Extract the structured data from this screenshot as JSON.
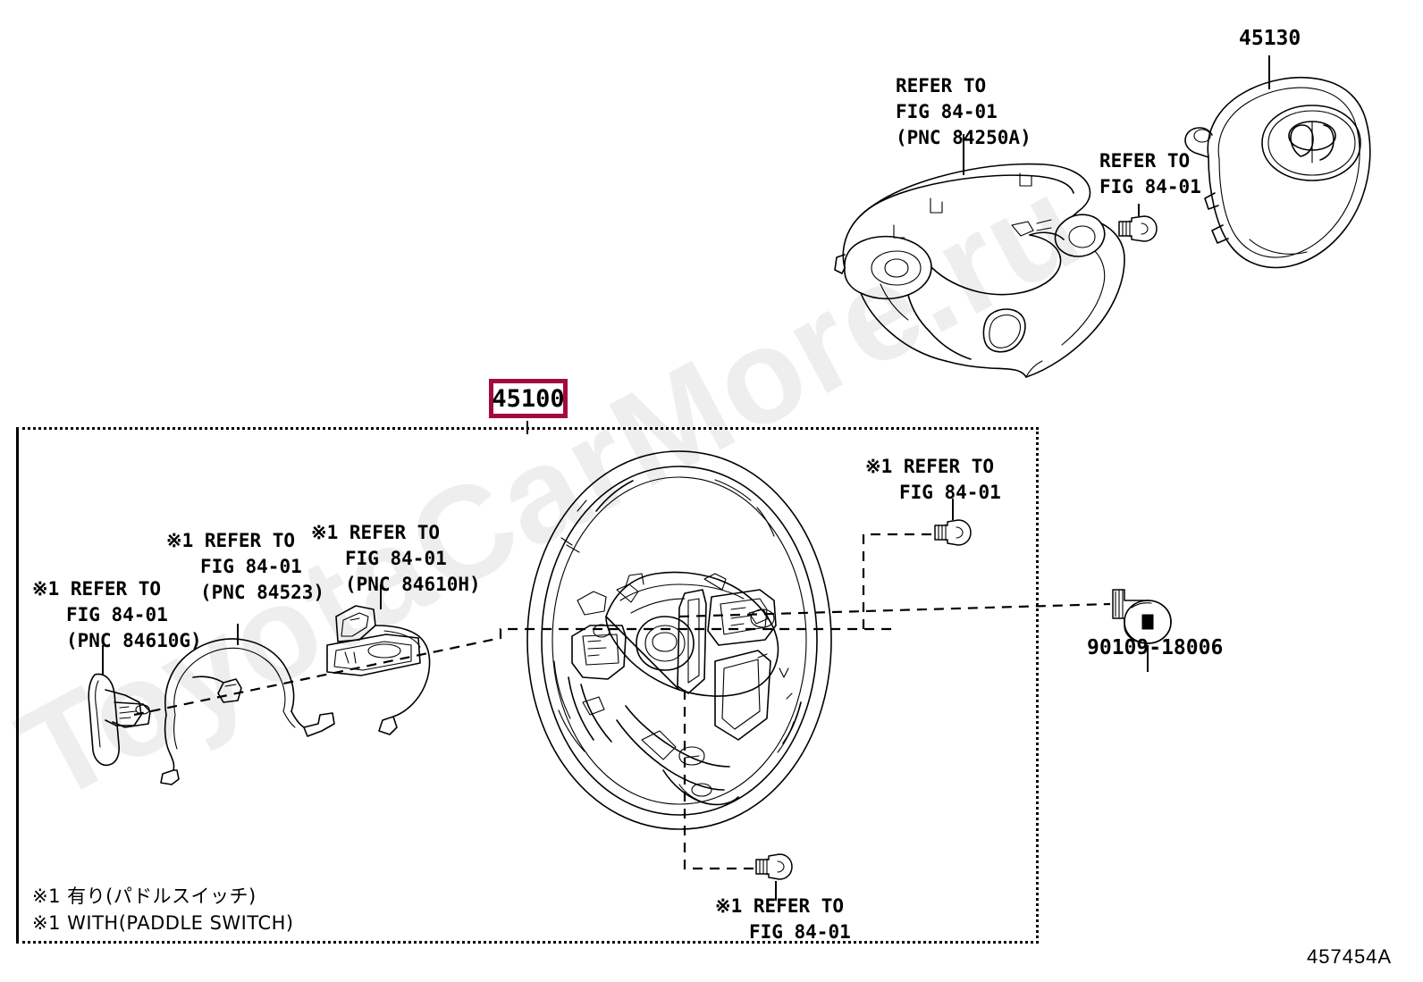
{
  "diagram": {
    "figure_code": "457454A",
    "accent_color": "#a30b3c",
    "ink_color": "#000000",
    "background": "#ffffff",
    "watermark_text": "ToyotaCarMore.ru"
  },
  "main_part": {
    "code": "45100",
    "name": "steering-wheel-assembly"
  },
  "parts": [
    {
      "id": "airbag",
      "code": "45130",
      "name": "horn-button-airbag-assembly"
    },
    {
      "id": "bolt",
      "code": "90109-18006",
      "name": "bolt-w-washer"
    }
  ],
  "callouts": {
    "airbag_cover": {
      "line1": "REFER TO",
      "line2": "FIG 84-01",
      "line3": "(PNC 84250A)"
    },
    "airbag_screw": {
      "line1": "REFER TO",
      "line2": "FIG 84-01"
    },
    "paddle_left": {
      "mark": "※1",
      "line1": "REFER TO",
      "line2": "FIG 84-01",
      "line3": "(PNC 84610G)"
    },
    "harness": {
      "mark": "※1",
      "line1": "REFER TO",
      "line2": "FIG 84-01",
      "line3": "(PNC 84523)"
    },
    "paddle_right": {
      "mark": "※1",
      "line1": "REFER TO",
      "line2": "FIG 84-01",
      "line3": "(PNC 84610H)"
    },
    "screw_upper": {
      "mark": "※1",
      "line1": "REFER TO",
      "line2": "FIG 84-01"
    },
    "screw_lower": {
      "mark": "※1",
      "line1": "REFER TO",
      "line2": "FIG 84-01"
    }
  },
  "legend": {
    "line_jp": "※1 有り(パドルスイッチ)",
    "line_en": "※1 WITH(PADDLE SWITCH)"
  }
}
